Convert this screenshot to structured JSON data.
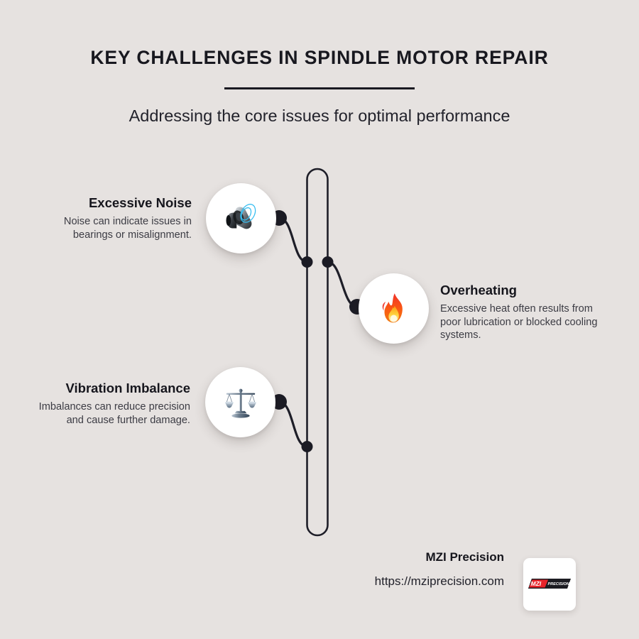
{
  "header": {
    "title": "KEY CHALLENGES IN SPINDLE MOTOR REPAIR",
    "subtitle": "Addressing the core issues for optimal performance"
  },
  "items": [
    {
      "heading": "Excessive Noise",
      "body": "Noise can indicate issues in bearings or misalignment.",
      "icon": "loudspeaker-icon"
    },
    {
      "heading": "Overheating",
      "body": "Excessive heat often results from poor lubrication or blocked cooling systems.",
      "icon": "fire-icon"
    },
    {
      "heading": "Vibration Imbalance",
      "body": "Imbalances can reduce precision and cause further damage.",
      "icon": "balance-scale-icon"
    }
  ],
  "footer": {
    "brand": "MZI Precision",
    "url": "https://mziprecision.com",
    "logo": {
      "mark_primary": "MZI",
      "mark_secondary": "PRECISION"
    }
  },
  "colors": {
    "background": "#e6e2e0",
    "ink": "#16161d",
    "body_text": "#3c3c44",
    "connector": "#1e1e28",
    "card": "#ffffff",
    "logo_red": "#e8232a",
    "logo_dark": "#1c1c22",
    "sound_wave": "#35bdf0"
  }
}
